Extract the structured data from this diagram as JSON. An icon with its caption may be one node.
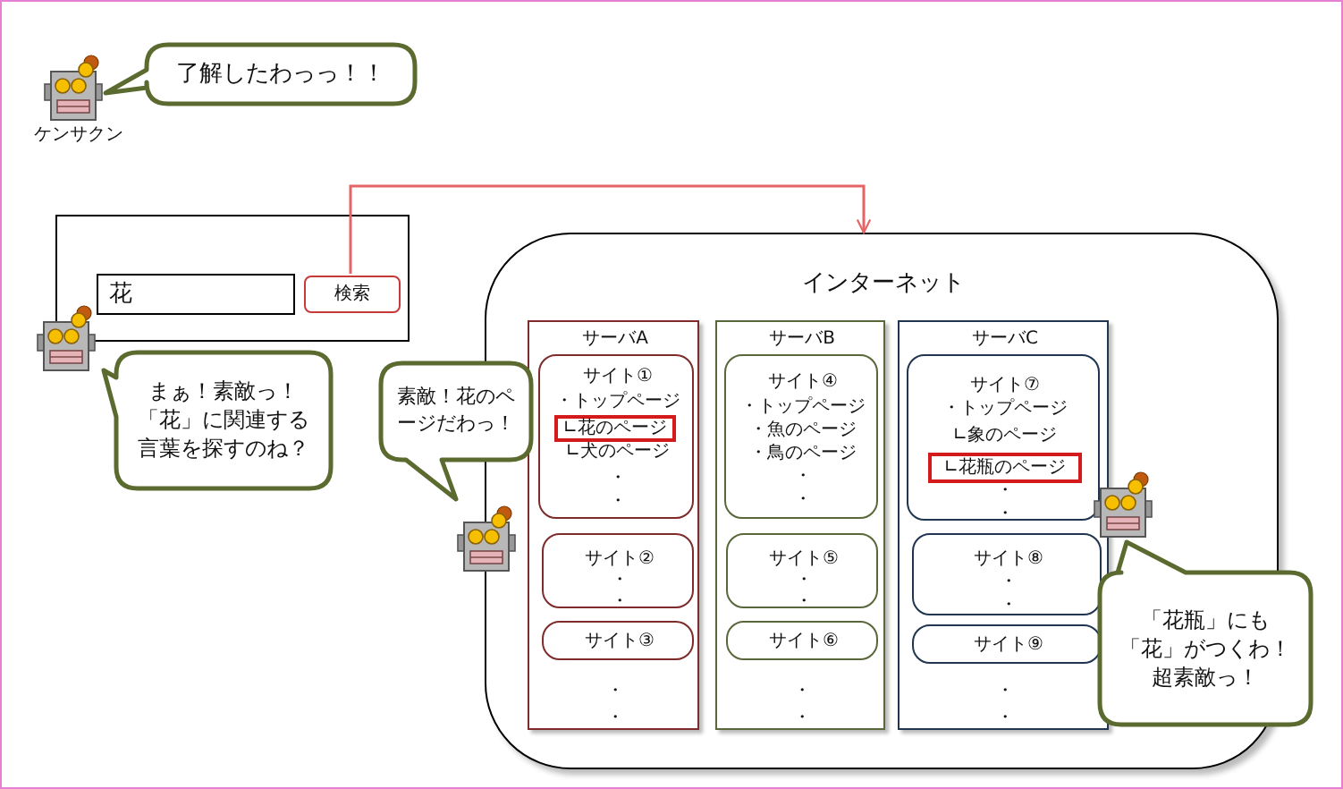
{
  "diagram": {
    "nodes": [
      {
        "text": [
          "了解したわっっ！！"
        ]
      },
      {
        "text": [],
        "shape": "box"
      },
      {
        "text": [
          "花"
        ],
        "in": 1
      },
      {
        "text": [
          "検索"
        ],
        "in": 1
      },
      {
        "text": [
          "まぁ！素敵っ！「花」に関連する言葉を探すのね？"
        ]
      },
      {
        "text": [
          "素敵！花のページだわっ！"
        ]
      },
      {
        "text": [
          "インターネット"
        ]
      },
      {
        "text": [
          "サーバA",
          "・",
          "・"
        ],
        "in": 6
      },
      {
        "text": [
          "サイト①",
          "・トップページ",
          "∟犬のページ",
          "・",
          "・"
        ],
        "in": 7
      },
      {
        "text": [
          "∟花のページ"
        ],
        "in": 8
      },
      {
        "text": [
          "サイト②",
          "・",
          "・"
        ],
        "in": 7
      },
      {
        "text": [
          "サイト③"
        ],
        "in": 7
      },
      {
        "text": [
          "サーバB",
          "・",
          "・"
        ],
        "in": 6
      },
      {
        "text": [
          "サイト④",
          "・トップページ",
          "・魚のページ",
          "・鳥のページ",
          "・",
          "・"
        ],
        "in": 12
      },
      {
        "text": [
          "サイト⑤",
          "・",
          "・"
        ],
        "in": 12
      },
      {
        "text": [
          "サイト⑥"
        ],
        "in": 12
      },
      {
        "text": [
          "サーバC",
          "・",
          "・"
        ],
        "in": 6
      },
      {
        "text": [
          "サイト⑦",
          "・トップページ",
          "∟象のページ",
          "・",
          "・"
        ],
        "in": 16
      },
      {
        "text": [
          "∟花瓶のページ"
        ],
        "in": 17
      },
      {
        "text": [
          "サイト⑧",
          "・",
          "・"
        ],
        "in": 16
      },
      {
        "text": [
          "サイト⑨"
        ],
        "in": 16
      },
      {
        "text": [
          "「花瓶」にも「花」がつくわ！超素敵っ！"
        ]
      }
    ],
    "edges": [
      {
        "from": 3,
        "to": 6,
        "arrow": "to",
        "color": "#e86464"
      }
    ],
    "labels": [
      "ケンサクン"
    ]
  }
}
